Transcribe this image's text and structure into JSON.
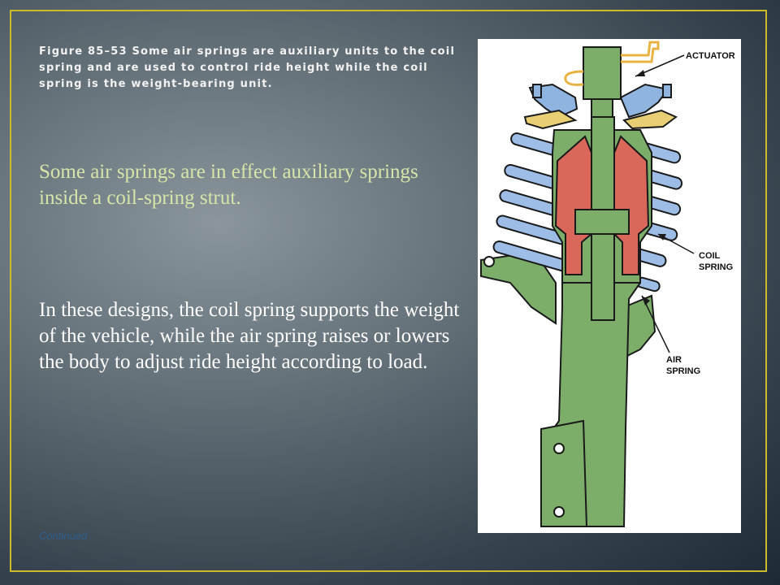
{
  "slide": {
    "caption": "Figure 85–53 Some air springs are auxiliary units to the coil spring and are used to control ride height while the coil spring is the weight-bearing unit.",
    "paragraphs": [
      "Some air springs are in effect auxiliary springs inside a coil-spring strut.",
      "In these designs, the coil spring supports the weight of the vehicle, while the air spring raises or lowers the body to adjust ride height according to load."
    ],
    "footer": "Continued"
  },
  "figure": {
    "labels": {
      "actuator": "ACTUATOR",
      "coil_line1": "COIL",
      "coil_line2": "SPRING",
      "air_line1": "AIR",
      "air_line2": "SPRING"
    },
    "colors": {
      "strut_green": "#7cae6a",
      "air_spring_red": "#d9675a",
      "coil_blue": "#9dbde6",
      "bracket_blue": "#8fb4e0",
      "outline": "#1a1a1a"
    }
  },
  "theme": {
    "frame_color": "#c9bb2a",
    "caption_color": "#f2f2f2",
    "first_paragraph_color": "#d6e6a8",
    "body_text_color": "#ffffff",
    "footer_color": "#2f5f8f"
  }
}
